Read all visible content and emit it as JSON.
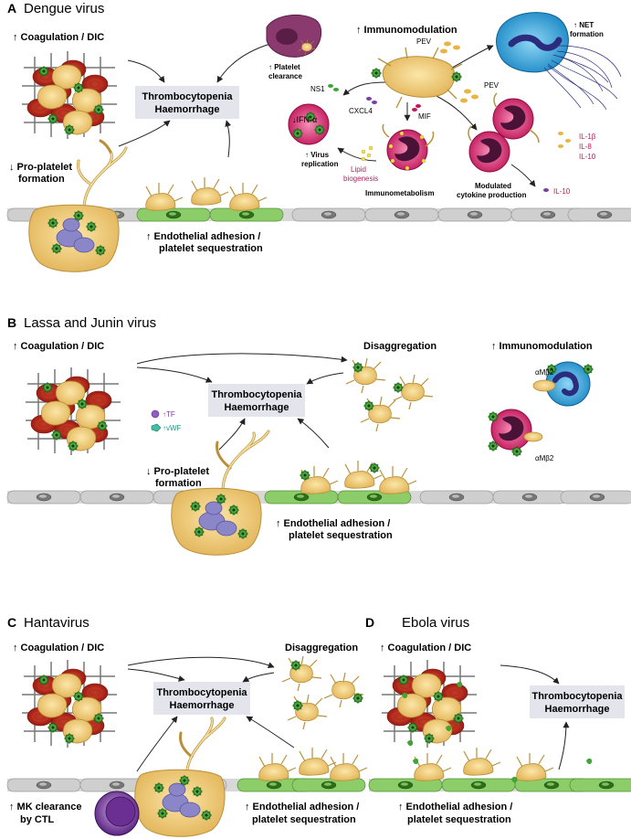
{
  "panelA": {
    "letter": "A",
    "title": "Dengue virus",
    "coag": "↑ Coagulation / DIC",
    "box1": "Thrombocytopenia",
    "box2": "Haemorrhage",
    "proplatelet1": "↓ Pro-platelet",
    "proplatelet2": "formation",
    "endo1": "↑ Endothelial adhesion /",
    "endo2": "platelet sequestration",
    "immuno": "↑ Immunomodulation",
    "net1": "↑ NET",
    "net2": "formation",
    "clear1": "↑ Platelet",
    "clear2": "clearance",
    "pev1": "PEV",
    "pev2": "PEV",
    "ns1": "NS1",
    "cxcl4": "CXCL4",
    "mif": "MIF",
    "ifn": "↓IFN-α",
    "vr1": "↑ Virus",
    "vr2": "replication",
    "lipid1": "Lipid",
    "lipid2": "biogenesis",
    "immunometab": "Immunometabolism",
    "il1b": "IL-1β",
    "il8": "IL-8",
    "il10a": "IL-10",
    "mod1": "Modulated",
    "mod2": "cytokine production",
    "il10b": "IL-10"
  },
  "panelB": {
    "letter": "B",
    "title": "Lassa and Junin virus",
    "coag": "↑ Coagulation / DIC",
    "box1": "Thrombocytopenia",
    "box2": "Haemorrhage",
    "disagg": "Disaggregation",
    "immuno": "↑ Immunomodulation",
    "tf": "↑TF",
    "vwf": "↑vWF",
    "proplatelet1": "↓ Pro-platelet",
    "proplatelet2": "formation",
    "endo1": "↑ Endothelial adhesion /",
    "endo2": "platelet sequestration",
    "integrin": "αMβ2"
  },
  "panelC": {
    "letter": "C",
    "title": "Hantavirus",
    "coag": "↑ Coagulation / DIC",
    "disagg": "Disaggregation",
    "box1": "Thrombocytopenia",
    "box2": "Haemorrhage",
    "mk1": "↑ MK clearance",
    "mk2": "by CTL",
    "endo1": "↑ Endothelial adhesion /",
    "endo2": "platelet sequestration"
  },
  "panelD": {
    "letter": "D",
    "title": "Ebola virus",
    "coag": "↑ Coagulation / DIC",
    "box1": "Thrombocytopenia",
    "box2": "Haemorrhage",
    "endo1": "↑ Endothelial adhesion /",
    "endo2": "platelet sequestration"
  },
  "colors": {
    "platelet": "#f0cd7a",
    "plateletStroke": "#b8903a",
    "rbc": "#c0392b",
    "virus": "#3fa535",
    "endothelium": "#c8c8c8",
    "activeEndothelium": "#7cc35c",
    "boxFill": "#e4e4ec",
    "monocyte": "#e0407e",
    "neutrophil": "#2aa7df",
    "cytokineRed": "#c2185b",
    "purple": "#7a3fa0"
  }
}
